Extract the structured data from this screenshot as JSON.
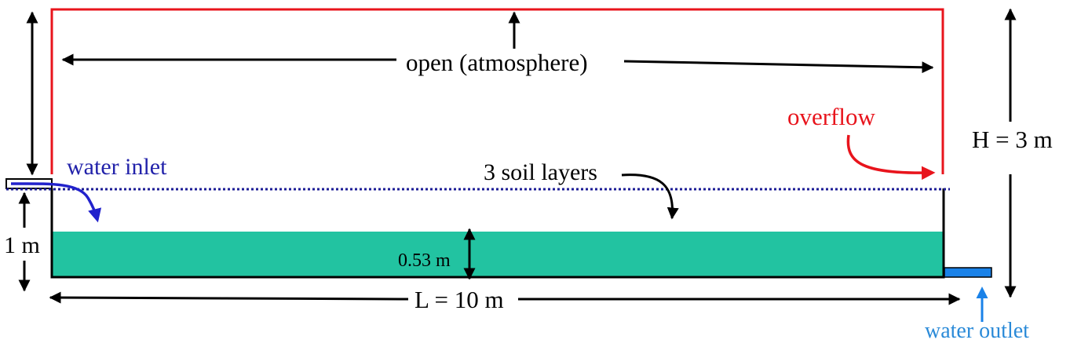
{
  "labels": {
    "open_atmosphere": "open (atmosphere)",
    "overflow": "overflow",
    "water_inlet": "water inlet",
    "soil_layers": "3 soil layers",
    "height_total": "H = 3 m",
    "inlet_height": "1 m",
    "soil_thickness": "0.53 m",
    "length": "L = 10 m",
    "water_outlet": "water outlet"
  },
  "quantities": {
    "tank_length_m": 10,
    "tank_height_m": 3,
    "inlet_height_m": 1,
    "soil_thickness_m": 0.53,
    "soil_layer_count": 3
  },
  "colors": {
    "open_boundary": "#e8141c",
    "walls": "#000000",
    "soil": "#22c3a1",
    "water_level_line": "#1c1c96",
    "inlet_arrow": "#2222cc",
    "overflow_arrow": "#e8141c",
    "outlet": "#1a82e8",
    "outlet_label": "#2a8ad8",
    "text": "#000000"
  },
  "icons": {
    "arrow_style": "filled-triangle-arrowhead",
    "water_level_style": "dotted"
  }
}
